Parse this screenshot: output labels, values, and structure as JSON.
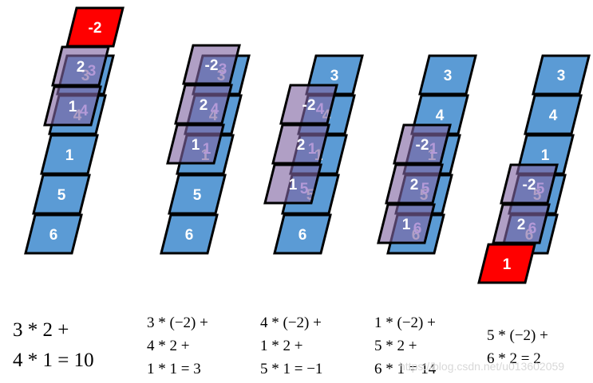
{
  "colors": {
    "data_cell": "#5b9bd5",
    "kernel_cell": "#8064a2",
    "kernel_alpha": 0.62,
    "highlight_cell": "#ff0000",
    "outline": "#000000"
  },
  "data_column": [
    "3",
    "4",
    "1",
    "5",
    "6"
  ],
  "steps": [
    {
      "kernel": [
        "-2",
        "2",
        "1"
      ],
      "aligned_values": [
        "",
        "3",
        "4"
      ],
      "red_values": [
        "-2"
      ],
      "equations": [
        "3 * 2 +",
        "4 * 1 = 10"
      ]
    },
    {
      "kernel": [
        "-2",
        "2",
        "1"
      ],
      "aligned_values": [
        "3",
        "4",
        "1"
      ],
      "red_values": [],
      "equations": [
        "3 * (−2) +",
        "4 * 2 +",
        "1 * 1 = 3"
      ]
    },
    {
      "kernel": [
        "-2",
        "2",
        "1"
      ],
      "aligned_values": [
        "4",
        "1",
        "5"
      ],
      "red_values": [],
      "equations": [
        "4 * (−2) +",
        "1 * 2 +",
        "5 * 1 = −1"
      ]
    },
    {
      "kernel": [
        "-2",
        "2",
        "1"
      ],
      "aligned_values": [
        "1",
        "5",
        "6"
      ],
      "red_values": [],
      "equations": [
        "1 * (−2) +",
        "5 * 2 +",
        "6 * 1 = 14"
      ]
    },
    {
      "kernel": [
        "-2",
        "2",
        "1"
      ],
      "aligned_values": [
        "5",
        "6",
        ""
      ],
      "red_values": [
        "1"
      ],
      "equations": [
        "5 * (−2) +",
        "6 * 2 = 2"
      ]
    }
  ],
  "watermark": "https://blog.csdn.net/u013602059"
}
